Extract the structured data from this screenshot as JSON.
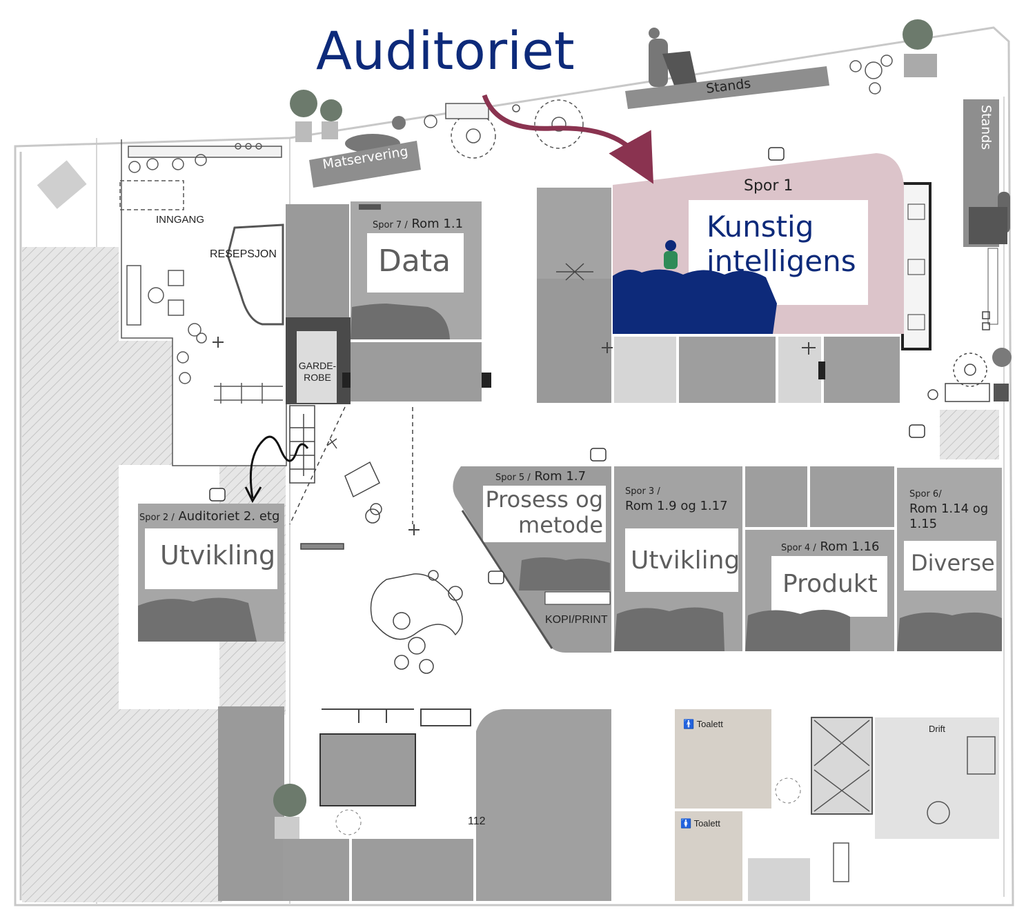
{
  "colors": {
    "title": "#0d2a7a",
    "ai_room": "#dcc4ca",
    "arrow": "#8a3350",
    "room_gray": "#9a9a9a",
    "label_band": "#8e8e8e"
  },
  "title": "Auditoriet",
  "bands": {
    "matservering": "Matservering",
    "stands_top": "Stands",
    "stands_right": "Stands"
  },
  "plan_labels": {
    "inngang": "INNGANG",
    "resepsjon": "RESEPSJON",
    "garderobe": "GARDE-\nROBE",
    "kopi_print": "KOPI/PRINT",
    "room_number": "112",
    "toalett_1": "Toalett",
    "toalett_2": "Toalett",
    "drift": "Drift"
  },
  "rooms": {
    "spor1": {
      "label": "Spor 1",
      "title": "Kunstig\nintelligens"
    },
    "spor7": {
      "prefix": "Spor 7 /",
      "room": "Rom 1.1",
      "title": "Data"
    },
    "spor2": {
      "prefix": "Spor 2 /",
      "room": "Auditoriet 2. etg",
      "title": "Utvikling"
    },
    "spor5": {
      "prefix": "Spor 5 /",
      "room": "Rom 1.7",
      "title": "Prosess og\nmetode"
    },
    "spor3": {
      "prefix": "Spor 3 /",
      "room": "Rom 1.9 og 1.17",
      "title": "Utvikling"
    },
    "spor4": {
      "prefix": "Spor 4 /",
      "room": "Rom 1.16",
      "title": "Produkt"
    },
    "spor6": {
      "prefix": "Spor 6/",
      "room": "Rom 1.14 og\n1.15",
      "title": "Diverse"
    }
  }
}
